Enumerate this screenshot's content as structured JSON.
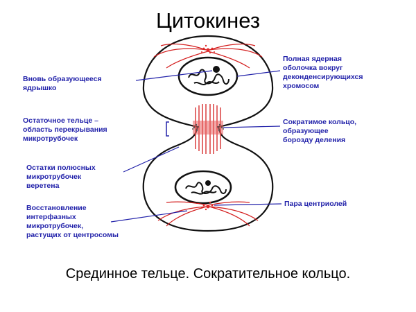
{
  "title": "Цитокинез",
  "caption": "Срединное тельце. Сократительное кольцо.",
  "labels": {
    "nucleolus": "Вновь образующееся\nядрышко",
    "residual_body": "Остаточное тельце –\nобласть перекрывания\nмикротрубочек",
    "polar_remnants": "Остатки полюсных\nмикротрубочек\nверетена",
    "interphase_restore": "Восстановление\nинтерфазных\nмикротрубочек,\nрастущих от центросомы",
    "nuclear_envelope": "Полная ядерная\nоболочка вокруг\nдеконденсирующихся\nхромосом",
    "contractile_ring": "Сократимое кольцо,\nобразующее\nборозду деления",
    "centriole_pair": "Пара центриолей"
  },
  "colors": {
    "outline": "#111111",
    "label_text": "#2222aa",
    "leader_line": "#2222aa",
    "microtubule": "#d42020",
    "centriole": "#e02a2a"
  }
}
